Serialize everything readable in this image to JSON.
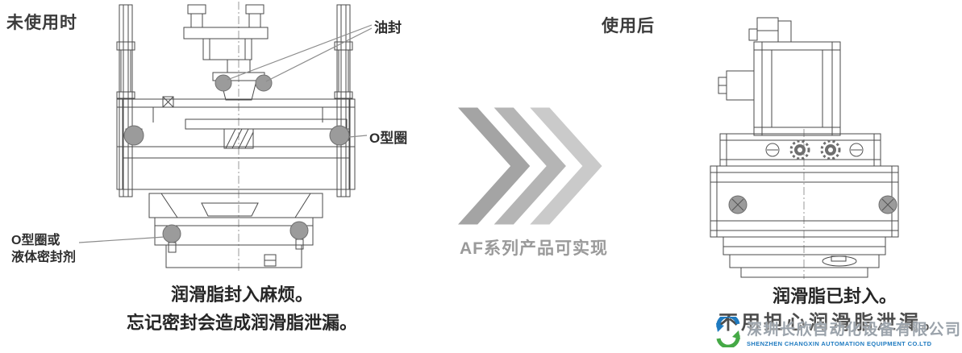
{
  "labels": {
    "before_use": "未使用时",
    "after_use": "使用后"
  },
  "callouts": {
    "oil_seal": "油封",
    "o_ring": "O型圈",
    "o_ring_or_sealant_line1": "O型圈或",
    "o_ring_or_sealant_line2": "液体密封剂"
  },
  "left_caption": {
    "line1": "润滑脂封入麻烦。",
    "line2": "忘记密封会造成润滑脂泄漏。"
  },
  "arrow": {
    "label": "AF系列产品可实现",
    "chevron_colors": [
      "#a4a4a4",
      "#b5b5b5",
      "#cacaca"
    ]
  },
  "right_caption": {
    "line1": "润滑脂已封入。",
    "line2": "不用担心润滑脂泄漏。"
  },
  "watermark": {
    "company_cn": "深圳长欣自动化设备有限公司",
    "company_en": "SHENZHEN CHANGXIN AUTOMATION EQUIPMENT CO.LTD"
  }
}
